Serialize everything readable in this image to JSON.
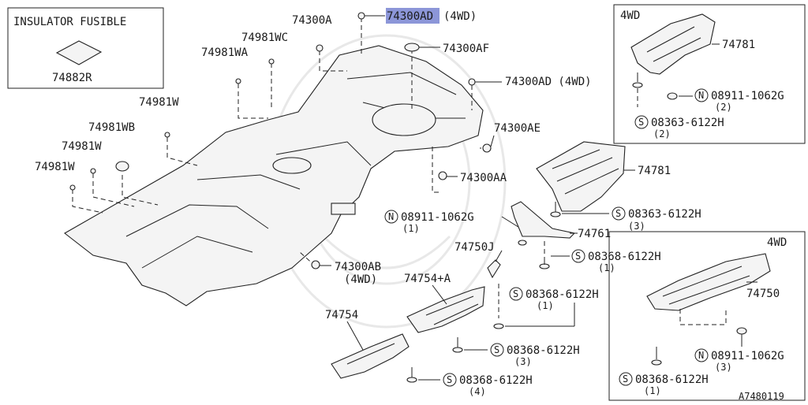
{
  "insulator": {
    "title": "INSULATOR FUSIBLE",
    "part": "74882R"
  },
  "labels": {
    "p74300A": "74300A",
    "p74300AD_top": "74300AD",
    "p74300AD_top_note": "(4WD)",
    "p74981WC": "74981WC",
    "p74981WA": "74981WA",
    "p74300AF": "74300AF",
    "p74300AD_mid": "74300AD (4WD)",
    "p74981W_1": "74981W",
    "p74981WB": "74981WB",
    "p74981W_2": "74981W",
    "p74981W_3": "74981W",
    "p74300AE": "74300AE",
    "p74300AA": "74300AA",
    "p74781_mid": "74781",
    "p08911_mid": "08911-1062G",
    "p08911_mid_qty": "(1)",
    "p08363_mid": "08363-6122H",
    "p08363_mid_qty": "(3)",
    "p74761": "74761",
    "p74750J": "74750J",
    "p08368_a": "08368-6122H",
    "p08368_a_qty": "(1)",
    "p74300AB": "74300AB",
    "p74300AB_note": "(4WD)",
    "p74754A": "74754+A",
    "p08368_b": "08368-6122H",
    "p08368_b_qty": "(1)",
    "p74754": "74754",
    "p08368_c": "08368-6122H",
    "p08368_c_qty": "(3)",
    "p08368_d": "08368-6122H",
    "p08368_d_qty": "(4)"
  },
  "inset_top": {
    "tag": "4WD",
    "part": "74781",
    "nut": "08911-1062G",
    "nut_qty": "(2)",
    "bolt": "08363-6122H",
    "bolt_qty": "(2)"
  },
  "inset_bottom": {
    "tag": "4WD",
    "part": "74750",
    "nut": "08911-1062G",
    "nut_qty": "(3)",
    "bolt": "08368-6122H",
    "bolt_qty": "(1)"
  },
  "symbols": {
    "nut": "N",
    "screw": "S"
  },
  "figure_code": "A7480119",
  "colors": {
    "highlight": "#8c96d8",
    "ink": "#1a1a1a"
  }
}
